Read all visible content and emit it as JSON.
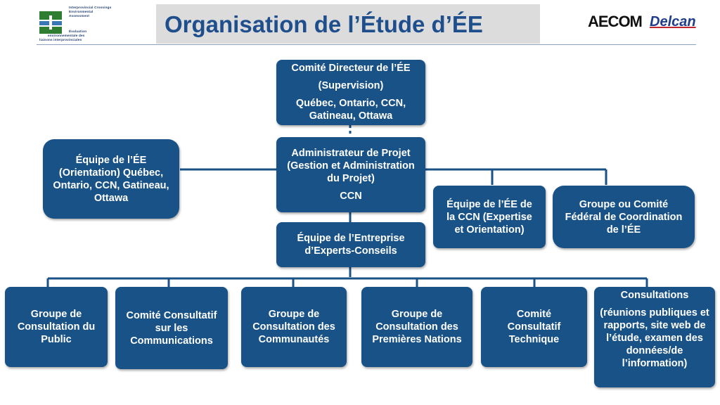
{
  "header": {
    "title": "Organisation de l’Étude d’ÉE",
    "logo_left_lines": [
      "Interprovincial Crossings",
      "Environmental",
      "Assessment",
      "Évaluation",
      "environnementale des",
      "liaisons interprovinciales"
    ],
    "logo_right_1": "AECOM",
    "logo_right_2": "Delcan"
  },
  "colors": {
    "box": "#195287",
    "title": "#1f4e8c",
    "title_bg": "#dcdcdc",
    "connector": "#195287"
  },
  "org": {
    "steering": {
      "title": "Comité Directeur de l’ÉE",
      "role": "(Supervision)",
      "members": "Québec, Ontario, CCN, Gatineau, Ottawa"
    },
    "admin": {
      "title": "Administrateur de Projet (Gestion et Administration du Projet)",
      "members": "CCN"
    },
    "ee_orientation": "Équipe de l’ÉE (Orientation) Québec, Ontario, CCN, Gatineau, Ottawa",
    "ee_ccn": "Équipe de l’ÉE de la CCN (Expertise et Orientation)",
    "federal": "Groupe ou Comité Fédéral de Coordination de l’ÉE",
    "consultants": "Équipe de l’Entreprise d’Experts-Conseils",
    "bottom": {
      "public": "Groupe de Consultation du Public",
      "communications": "Comité Consultatif sur les Communications",
      "communities": "Groupe de Consultation des Communautés",
      "first_nations": "Groupe de Consultation des Premières Nations",
      "technical": "Comité Consultatif Technique",
      "consultations_title": "Consultations",
      "consultations_detail": "(réunions publiques et rapports, site web de l’étude, examen des données/de l’information)"
    }
  }
}
